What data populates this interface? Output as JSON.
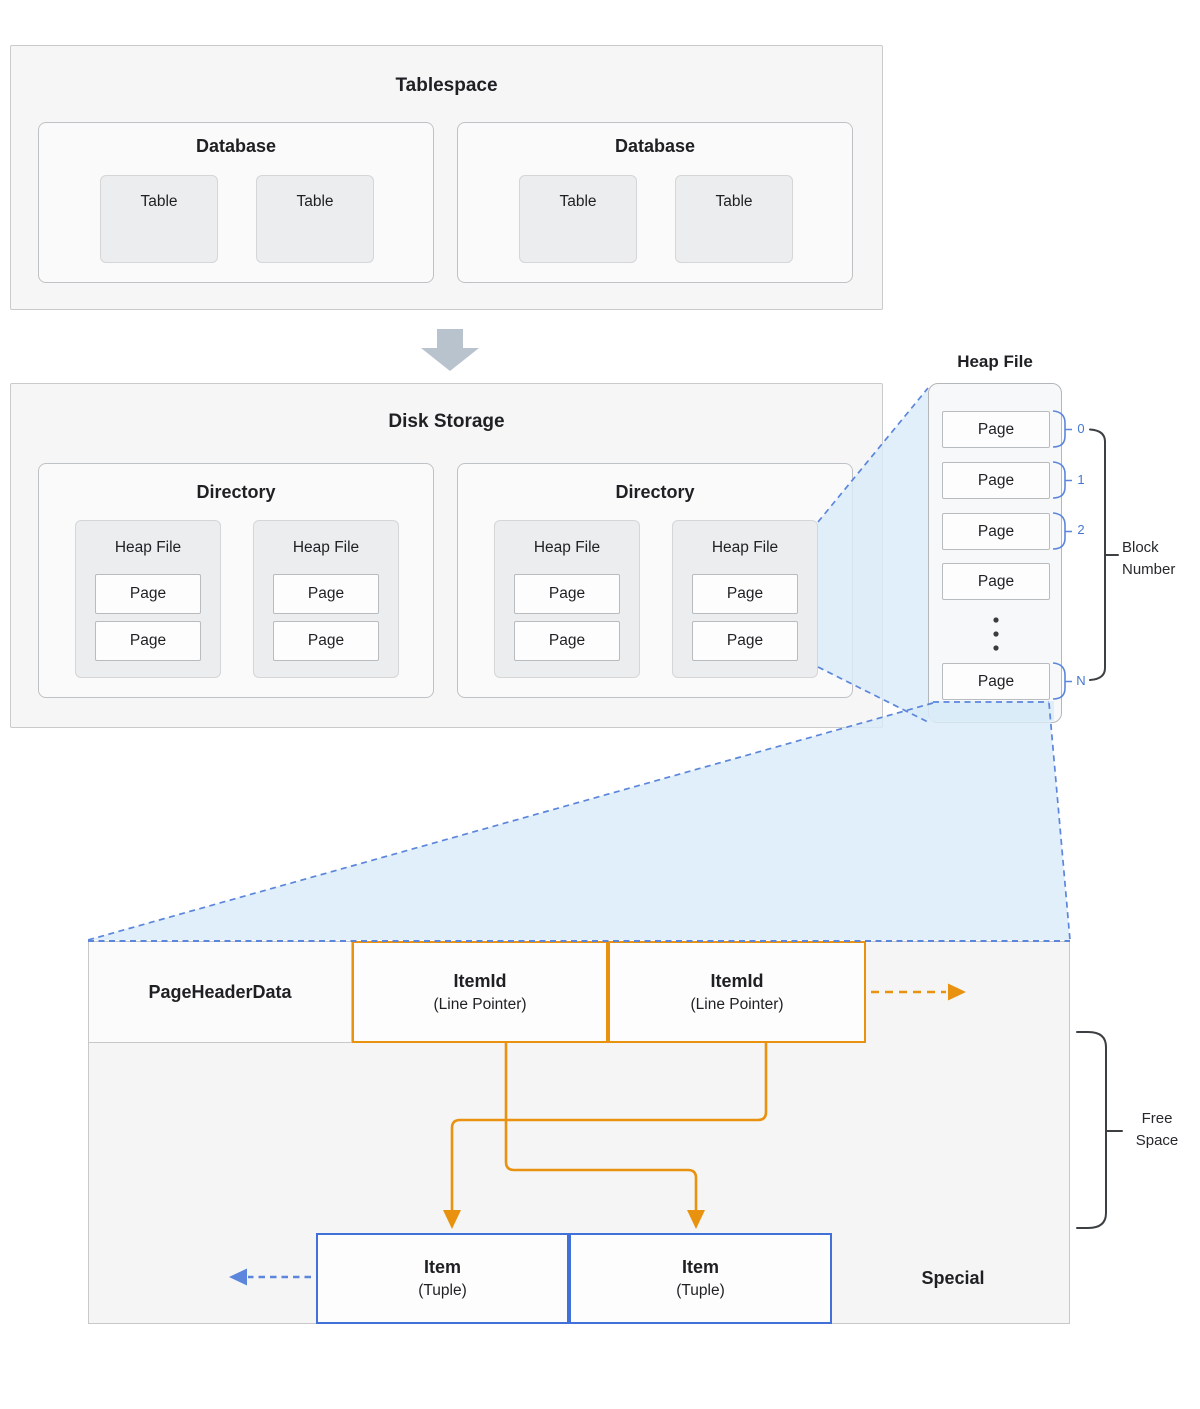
{
  "tablespace": {
    "title": "Tablespace",
    "databases": [
      {
        "title": "Database",
        "tables": [
          "Table",
          "Table"
        ]
      },
      {
        "title": "Database",
        "tables": [
          "Table",
          "Table"
        ]
      }
    ]
  },
  "disk_storage": {
    "title": "Disk Storage",
    "directories": [
      {
        "title": "Directory",
        "heap_files": [
          {
            "title": "Heap File",
            "pages": [
              "Page",
              "Page"
            ]
          },
          {
            "title": "Heap File",
            "pages": [
              "Page",
              "Page"
            ]
          }
        ]
      },
      {
        "title": "Directory",
        "heap_files": [
          {
            "title": "Heap File",
            "pages": [
              "Page",
              "Page"
            ]
          },
          {
            "title": "Heap File",
            "pages": [
              "Page",
              "Page"
            ]
          }
        ]
      }
    ]
  },
  "heap_file_detail": {
    "title": "Heap File",
    "pages": [
      "Page",
      "Page",
      "Page",
      "Page",
      "Page"
    ],
    "block_labels": [
      "0",
      "1",
      "2",
      "N"
    ],
    "block_number_label": "Block\nNumber"
  },
  "page_layout": {
    "header": "PageHeaderData",
    "item_ids": [
      {
        "name": "ItemId",
        "sub": "(Line Pointer)"
      },
      {
        "name": "ItemId",
        "sub": "(Line Pointer)"
      }
    ],
    "items": [
      {
        "name": "Item",
        "sub": "(Tuple)"
      },
      {
        "name": "Item",
        "sub": "(Tuple)"
      }
    ],
    "special_label": "Special",
    "free_space_label": "Free\nSpace"
  },
  "colors": {
    "accent_orange": "#E8920F",
    "accent_blue": "#4070D8",
    "dashed_blue": "#5C86DC",
    "beam_fill": "#DBEDF9",
    "arrow_gray": "#B8C3CE",
    "bracket_dark": "#3C4043"
  }
}
